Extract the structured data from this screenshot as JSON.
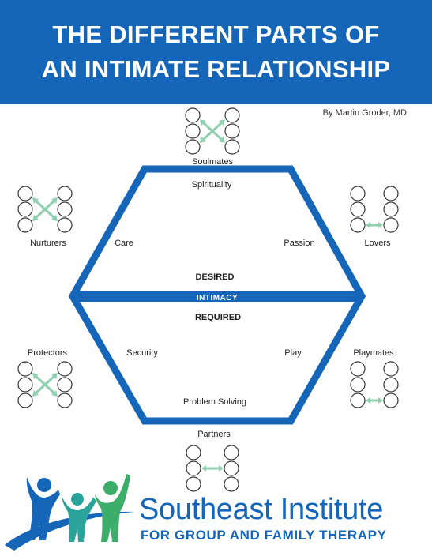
{
  "header": {
    "title_line1": "THE DIFFERENT PARTS OF",
    "title_line2": "AN INTIMATE RELATIONSHIP"
  },
  "author": "By Martin Groder, MD",
  "hexagon": {
    "top": "Spirituality",
    "upper_left": "Care",
    "upper_right": "Passion",
    "desired": "DESIRED",
    "center": "INTIMACY",
    "required": "REQUIRED",
    "lower_left": "Security",
    "lower_right": "Play",
    "bottom": "Problem Solving"
  },
  "roles": {
    "soulmates": "Soulmates",
    "nurturers": "Nurturers",
    "lovers": "Lovers",
    "protectors": "Protectors",
    "playmates": "Playmates",
    "partners": "Partners"
  },
  "logo": {
    "name": "Southeast Institute",
    "subtitle": "FOR GROUP AND FAMILY THERAPY"
  },
  "colors": {
    "brand_blue": "#1566b9",
    "arrow_green": "#8fd0b0",
    "logo_teal": "#2aa39a",
    "logo_green": "#3cae6a"
  }
}
